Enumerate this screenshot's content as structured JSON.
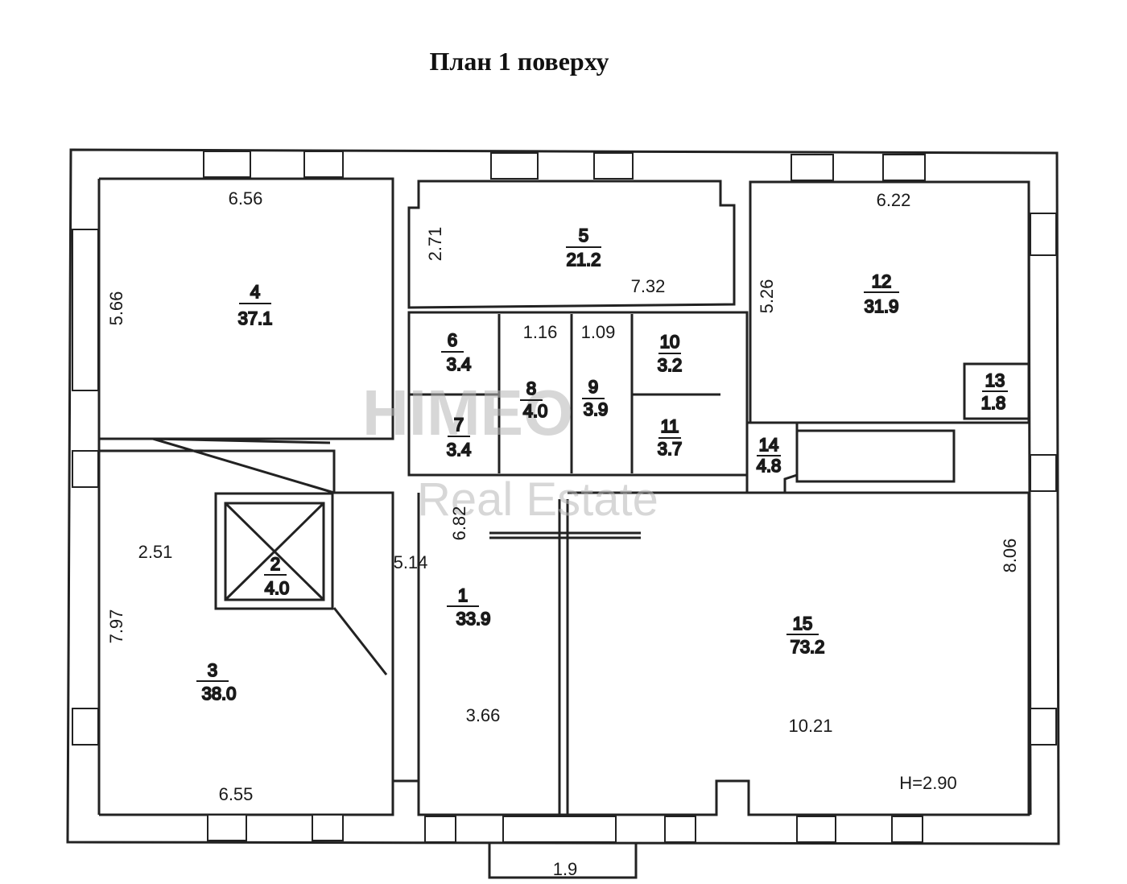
{
  "title": "План 1 поверху",
  "watermark": {
    "brand": "HIMEO",
    "sub": "Real Estate"
  },
  "ceiling_height": "H=2.90",
  "rooms": [
    {
      "num": "1",
      "area": "33.9"
    },
    {
      "num": "2",
      "area": "4.0"
    },
    {
      "num": "3",
      "area": "38.0"
    },
    {
      "num": "4",
      "area": "37.1"
    },
    {
      "num": "5",
      "area": "21.2"
    },
    {
      "num": "6",
      "area": "3.4"
    },
    {
      "num": "7",
      "area": "3.4"
    },
    {
      "num": "8",
      "area": "4.0"
    },
    {
      "num": "9",
      "area": "3.9"
    },
    {
      "num": "10",
      "area": "3.2"
    },
    {
      "num": "11",
      "area": "3.7"
    },
    {
      "num": "12",
      "area": "31.9"
    },
    {
      "num": "13",
      "area": "1.8"
    },
    {
      "num": "14",
      "area": "4.8"
    },
    {
      "num": "15",
      "area": "73.2"
    }
  ],
  "dimensions": {
    "d_6_56": "6.56",
    "d_5_66": "5.66",
    "d_2_71": "2.71",
    "d_7_32": "7.32",
    "d_6_22": "6.22",
    "d_5_26": "5.26",
    "d_1_16": "1.16",
    "d_1_09": "1.09",
    "d_2_51": "2.51",
    "d_5_14": "5.14",
    "d_6_82": "6.82",
    "d_8_06": "8.06",
    "d_7_97": "7.97",
    "d_3_66": "3.66",
    "d_10_21": "10.21",
    "d_6_55": "6.55",
    "d_1_9": "1.9"
  }
}
